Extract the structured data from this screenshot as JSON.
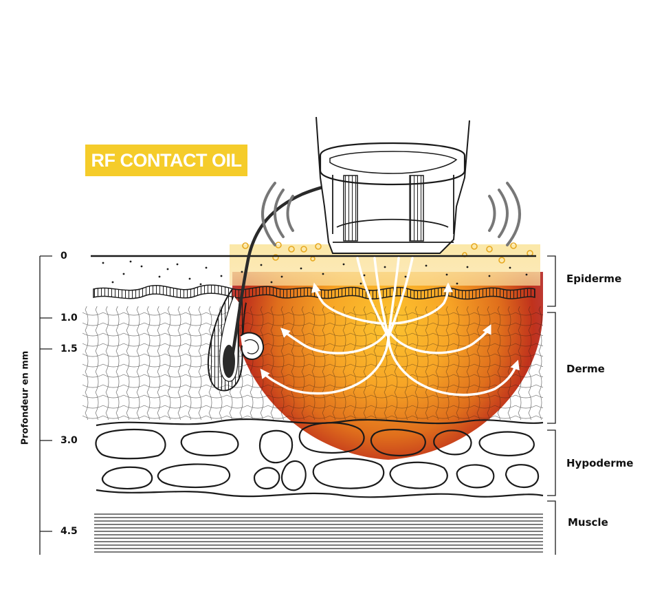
{
  "badge": {
    "text": "RF CONTACT OIL"
  },
  "axis": {
    "title": "Profondeur en mm",
    "ticks": [
      "0",
      "1.0",
      "1.5",
      "3.0",
      "4.5"
    ]
  },
  "layers": [
    {
      "name": "Epiderme"
    },
    {
      "name": "Derme"
    },
    {
      "name": "Hypoderme"
    },
    {
      "name": "Muscle"
    }
  ],
  "colors": {
    "badge_bg": "#f5cc2a",
    "oil_layer": "#fbe7a6",
    "heat_center": "#fbbf2c",
    "heat_mid": "#ee8c1e",
    "heat_edge": "#b51e1e",
    "ink": "#1a1a1a",
    "arrows": "#ffffff"
  }
}
